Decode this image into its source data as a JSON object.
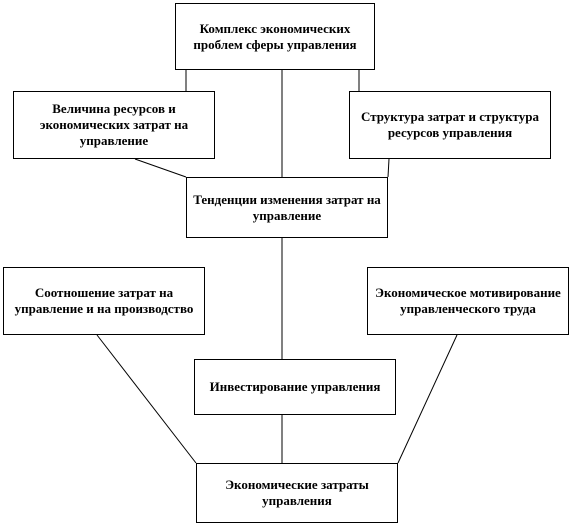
{
  "diagram": {
    "nodes": {
      "complex": "Комплекс экономических проблем сферы управления",
      "volume": "Величина ресурсов и экономических затрат на управление",
      "structure": "Структура затрат и структура ресурсов управления",
      "trends": "Тенденции изменения затрат на управление",
      "ratio": "Соотношение затрат на управление и на производство",
      "motivation": "Экономическое мотивирование управленческого труда",
      "investing": "Инвестирование управления",
      "costs": "Экономические затраты управления"
    },
    "colors": {
      "line": "#000000",
      "box_border": "#000000",
      "background": "#ffffff"
    }
  }
}
